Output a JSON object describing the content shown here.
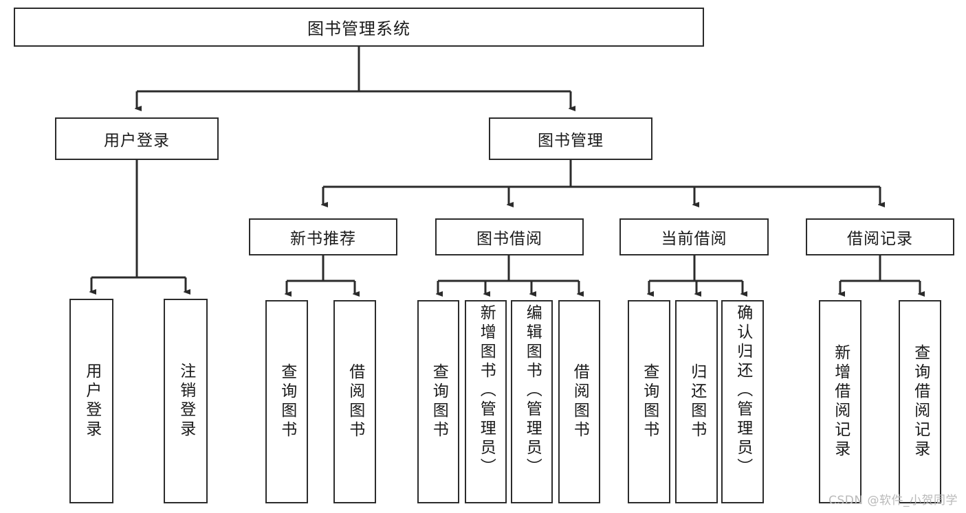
{
  "diagram": {
    "title": "图书管理系统",
    "type": "tree-hierarchy",
    "watermark": "CSDN @软件_小贺同学",
    "colors": {
      "box_border": "#2b2b2b",
      "box_fill": "#ffffff",
      "connector": "#2b2b2b",
      "text": "#1a1a1a",
      "watermark": "#b9b9b9",
      "background": "#ffffff"
    },
    "root": {
      "label": "图书管理系统"
    },
    "level2": [
      {
        "label": "用户登录"
      },
      {
        "label": "图书管理"
      }
    ],
    "level3": [
      {
        "label": "新书推荐"
      },
      {
        "label": "图书借阅"
      },
      {
        "label": "当前借阅"
      },
      {
        "label": "借阅记录"
      }
    ],
    "leaves": {
      "user_login": [
        {
          "label": "用户登录"
        },
        {
          "label": "注销登录"
        }
      ],
      "new_book_recommend": [
        {
          "label": "查询图书"
        },
        {
          "label": "借阅图书"
        }
      ],
      "book_borrow": [
        {
          "label": "查询图书"
        },
        {
          "label": "新增图书（管理员）"
        },
        {
          "label": "编辑图书（管理员）"
        },
        {
          "label": "借阅图书"
        }
      ],
      "current_borrow": [
        {
          "label": "查询图书"
        },
        {
          "label": "归还图书"
        },
        {
          "label": "确认归还（管理员）"
        }
      ],
      "borrow_records": [
        {
          "label": "新增借阅记录"
        },
        {
          "label": "查询借阅记录"
        }
      ]
    }
  }
}
